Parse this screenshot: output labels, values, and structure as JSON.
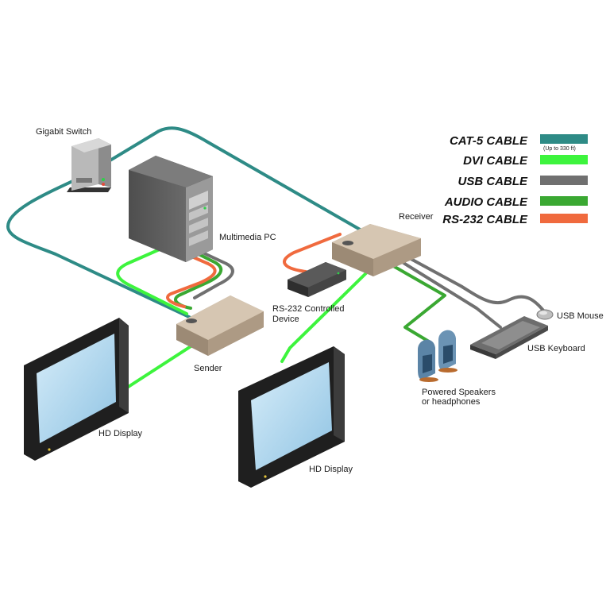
{
  "colors": {
    "cat5": "#2e8b86",
    "dvi": "#3df43d",
    "usb": "#707070",
    "audio": "#3aa832",
    "rs232": "#f06a3e"
  },
  "legend": [
    {
      "label": "CAT-5 CABLE",
      "note": "(Up to 330 ft)",
      "color": "#2e8b86"
    },
    {
      "label": "DVI CABLE",
      "note": "",
      "color": "#3df43d"
    },
    {
      "label": "USB CABLE",
      "note": "",
      "color": "#707070"
    },
    {
      "label": "AUDIO CABLE",
      "note": "",
      "color": "#3aa832"
    },
    {
      "label": "RS-232 CABLE",
      "note": "",
      "color": "#f06a3e"
    }
  ],
  "devices": {
    "gigabit_switch": "Gigabit Switch",
    "multimedia_pc": "Multimedia PC",
    "receiver": "Receiver",
    "sender": "Sender",
    "rs232_device_line1": "RS-232 Controlled",
    "rs232_device_line2": "Device",
    "usb_mouse": "USB Mouse",
    "usb_keyboard": "USB Keyboard",
    "speakers_line1": "Powered Speakers",
    "speakers_line2": "or headphones",
    "hd_display_left": "HD Display",
    "hd_display_right": "HD Display"
  }
}
